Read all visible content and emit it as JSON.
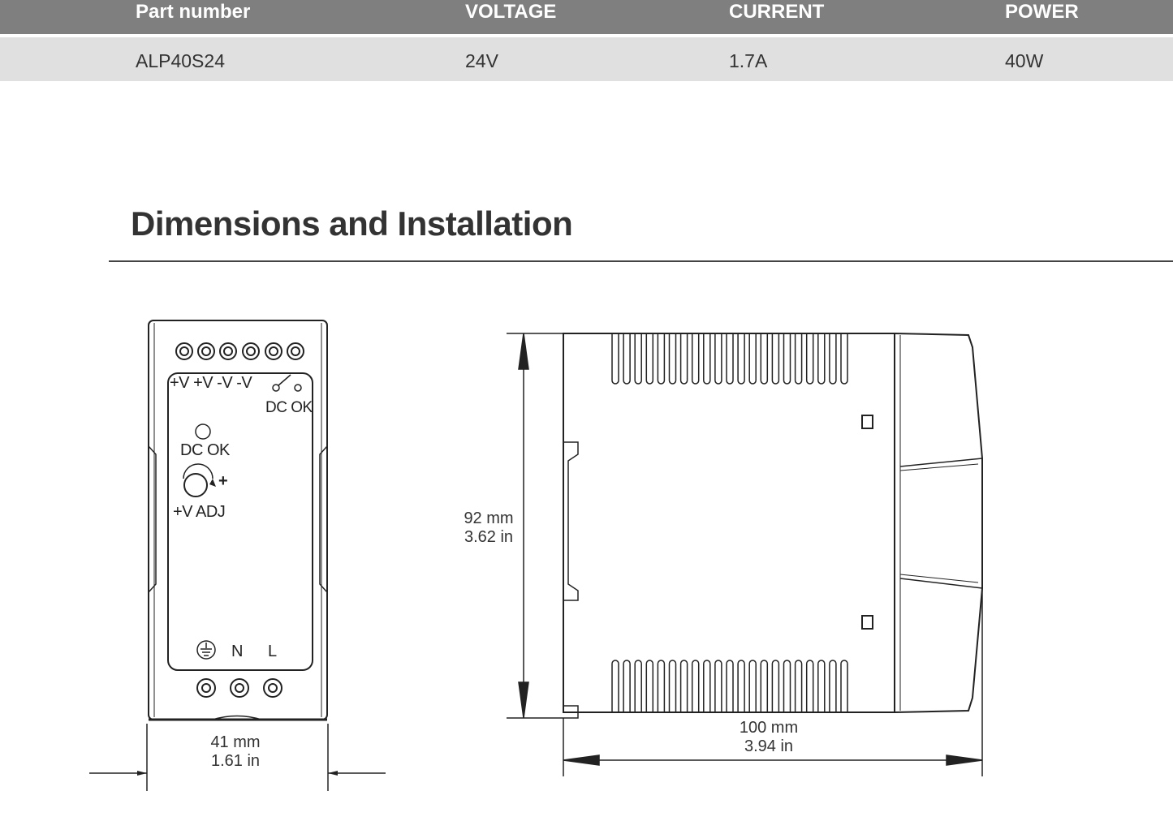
{
  "table": {
    "headers": [
      "Part number",
      "VOLTAGE",
      "CURRENT",
      "POWER"
    ],
    "row": [
      "ALP40S24",
      "24V",
      "1.7A",
      "40W"
    ]
  },
  "section": {
    "title": "Dimensions and Installation"
  },
  "front_view": {
    "labels": {
      "top_terminals": "+V +V -V -V",
      "relay_label": "DC OK",
      "led_label": "DC OK",
      "adj_plus": "+",
      "adj_label": "+V ADJ",
      "neutral": "N",
      "line": "L"
    },
    "width_mm": "41 mm",
    "width_in": "1.61 in"
  },
  "side_view": {
    "height_mm": "92 mm",
    "height_in": "3.62 in",
    "depth_mm": "100 mm",
    "depth_in": "3.94 in"
  },
  "colors": {
    "header_bg": "#7f7f7f",
    "row_bg": "#e0e0e0",
    "text": "#333333"
  }
}
